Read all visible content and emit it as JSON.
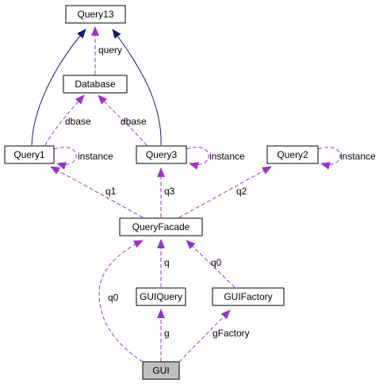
{
  "colors": {
    "node_fill": "#ffffff",
    "highlight_fill": "#bfbfbf",
    "usage_edge": "#9a32cd",
    "inherit_edge": "#191970"
  },
  "nodes": {
    "query13": "Query13",
    "database": "Database",
    "query1": "Query1",
    "query3": "Query3",
    "query2": "Query2",
    "queryfacade": "QueryFacade",
    "guiquery": "GUIQuery",
    "guifactory": "GUIFactory",
    "gui": "GUI"
  },
  "edges": {
    "query": "query",
    "dbase_left": "dbase",
    "dbase_right": "dbase",
    "instance_q1": "instance",
    "instance_q3": "instance",
    "instance_q2": "instance",
    "q1": "q1",
    "q3": "q3",
    "q2": "q2",
    "q": "q",
    "q0_factory": "q0",
    "q0_gui": "q0",
    "g": "g",
    "gfactory": "gFactory"
  }
}
